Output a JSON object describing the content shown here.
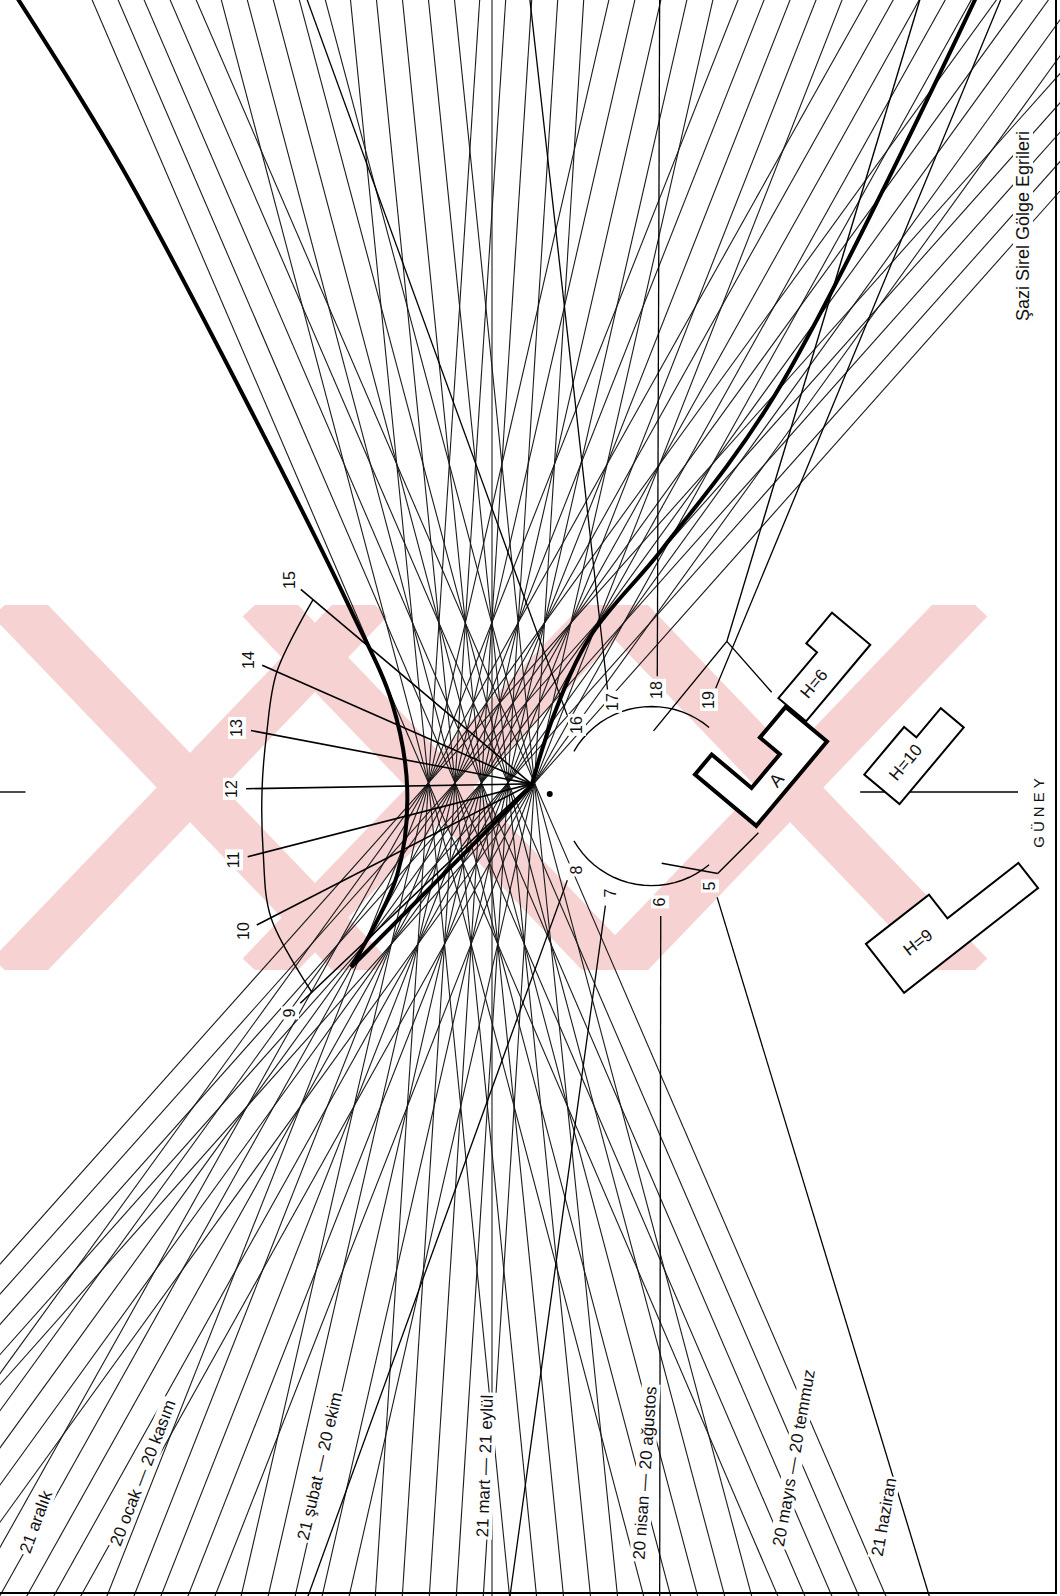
{
  "diagram": {
    "nodes": [
      {
        "text": [
          "H=6"
        ]
      },
      {
        "text": [
          "A"
        ]
      },
      {
        "text": [
          "H=10"
        ]
      },
      {
        "text": [
          "H=9"
        ]
      }
    ],
    "labels": [
      "21 aralık",
      "20 ocak — 20 kasım",
      "21 şubat — 20 ekim",
      "21 mart — 21 eylül",
      "20 nisan — 20 ağustos",
      "20 mayıs — 20 temmuz",
      "21 haziran",
      "9",
      "10",
      "11",
      "12",
      "13",
      "14",
      "15",
      "16",
      "17",
      "18",
      "19",
      "8",
      "7",
      "6",
      "5",
      "GÜNEY",
      "Şazi Sirel Gölge Egrileri"
    ]
  }
}
